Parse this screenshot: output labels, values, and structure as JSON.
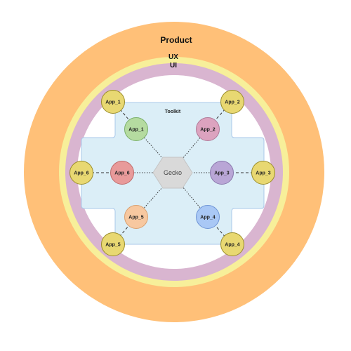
{
  "rings": {
    "product": "Product",
    "ux": "UX",
    "ui": "UI"
  },
  "toolkit": "Toolkit",
  "core": "Gecko",
  "colors": {
    "product": "#ffc078",
    "ux": "#f7ef9a",
    "ui": "#d9b5d0",
    "toolkit_fill": "#dbeef7",
    "toolkit_stroke": "#a9c8ea",
    "outer_app_fill": "#e8d872",
    "outer_app_stroke": "#9a8d2a",
    "core_fill": "#d9d9d9"
  },
  "outer_apps": [
    {
      "label": "App_1"
    },
    {
      "label": "App_2"
    },
    {
      "label": "App_3"
    },
    {
      "label": "App_4"
    },
    {
      "label": "App_5"
    },
    {
      "label": "App_6"
    }
  ],
  "inner_apps": [
    {
      "label": "App_1",
      "fill": "#b5dba0",
      "stroke": "#7bb06a"
    },
    {
      "label": "App_2",
      "fill": "#dca3bf",
      "stroke": "#b07a98"
    },
    {
      "label": "App_3",
      "fill": "#b9a6d6",
      "stroke": "#8a78ad"
    },
    {
      "label": "App_4",
      "fill": "#a9c8f5",
      "stroke": "#6f95d6"
    },
    {
      "label": "App_5",
      "fill": "#f7c8a0",
      "stroke": "#d9a070"
    },
    {
      "label": "App_6",
      "fill": "#e89a9a",
      "stroke": "#c06a6a"
    }
  ]
}
